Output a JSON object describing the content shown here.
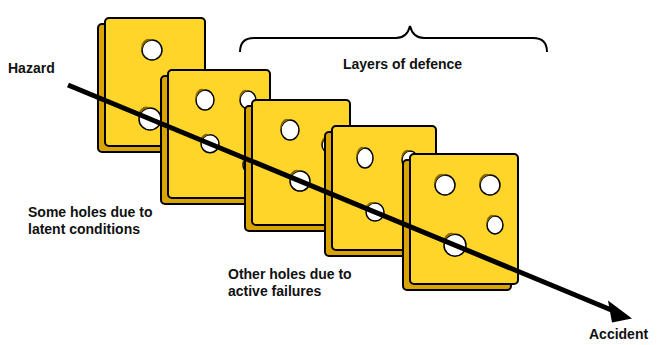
{
  "diagram": {
    "labels": [
      "Layers of defence",
      "Hazard",
      "Some holes due to latent conditions",
      "Other holes due to active failures",
      "Accident"
    ]
  }
}
